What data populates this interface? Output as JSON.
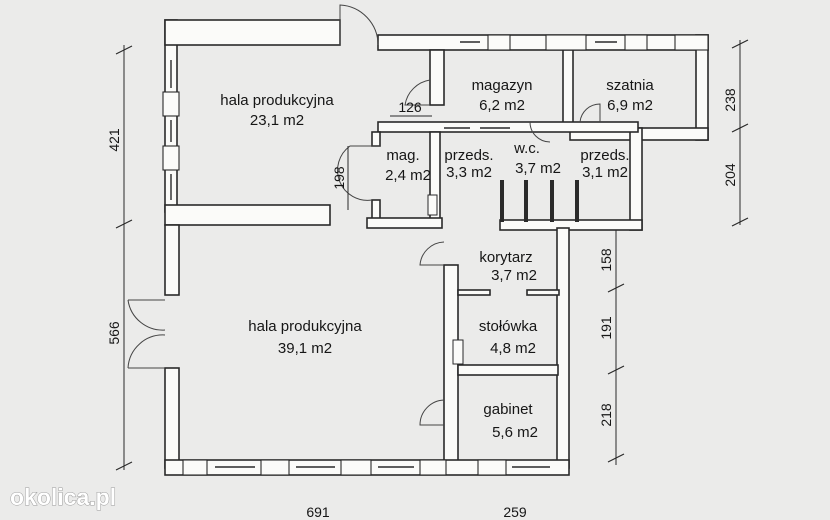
{
  "rooms": [
    {
      "name": "hala produkcyjna",
      "area": "23,1 m2"
    },
    {
      "name": "magazyn",
      "area": "6,2 m2"
    },
    {
      "name": "szatnia",
      "area": "6,9 m2"
    },
    {
      "name": "mag.",
      "area": "2,4 m2"
    },
    {
      "name": "przeds.",
      "area": "3,3 m2"
    },
    {
      "name": "w.c.",
      "area": "3,7 m2"
    },
    {
      "name": "przeds.",
      "area": "3,1 m2"
    },
    {
      "name": "korytarz",
      "area": "3,7 m2"
    },
    {
      "name": "hala produkcyjna",
      "area": "39,1 m2"
    },
    {
      "name": "stołówka",
      "area": "4,8 m2"
    },
    {
      "name": "gabinet",
      "area": "5,6 m2"
    }
  ],
  "dimensions": {
    "left_upper": "421",
    "left_lower": "566",
    "small_198": "198",
    "small_126": "126",
    "right_238": "238",
    "right_204": "204",
    "right_158": "158",
    "right_191": "191",
    "right_218": "218",
    "bottom_691": "691",
    "bottom_259": "259"
  },
  "watermark": "okolica.pl"
}
